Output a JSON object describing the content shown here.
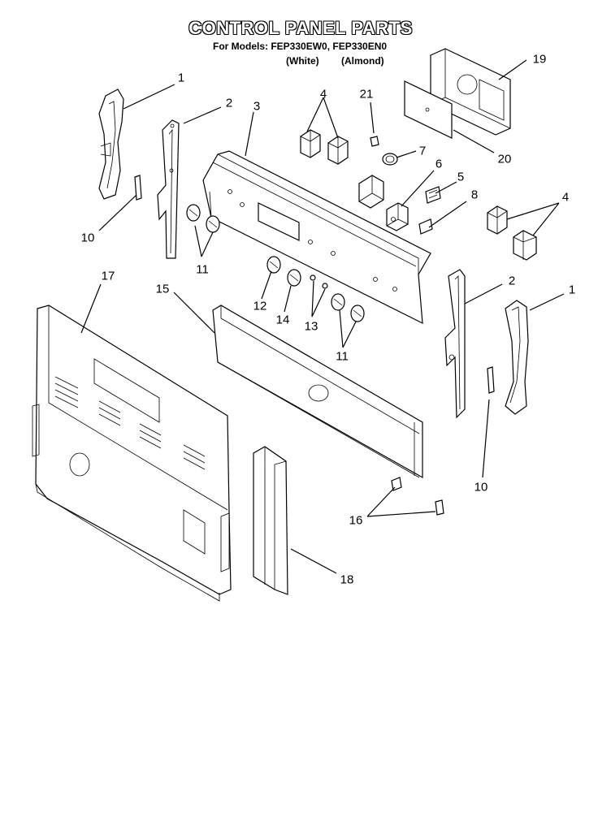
{
  "diagram": {
    "title": "CONTROL PANEL PARTS",
    "models_line": "For Models: FEP330EW0, FEP330EN0",
    "color_white": "(White)",
    "color_almond": "(Almond)"
  },
  "callouts": [
    {
      "id": "c1a",
      "text": "1"
    },
    {
      "id": "c2a",
      "text": "2"
    },
    {
      "id": "c3",
      "text": "3"
    },
    {
      "id": "c4a",
      "text": "4"
    },
    {
      "id": "c21",
      "text": "21"
    },
    {
      "id": "c19",
      "text": "19"
    },
    {
      "id": "c20",
      "text": "20"
    },
    {
      "id": "c7",
      "text": "7"
    },
    {
      "id": "c6",
      "text": "6"
    },
    {
      "id": "c5",
      "text": "5"
    },
    {
      "id": "c8",
      "text": "8"
    },
    {
      "id": "c4b",
      "text": "4"
    },
    {
      "id": "c10a",
      "text": "10"
    },
    {
      "id": "c11a",
      "text": "11"
    },
    {
      "id": "c17",
      "text": "17"
    },
    {
      "id": "c15",
      "text": "15"
    },
    {
      "id": "c12",
      "text": "12"
    },
    {
      "id": "c14",
      "text": "14"
    },
    {
      "id": "c13",
      "text": "13"
    },
    {
      "id": "c11b",
      "text": "11"
    },
    {
      "id": "c2b",
      "text": "2"
    },
    {
      "id": "c1b",
      "text": "1"
    },
    {
      "id": "c10b",
      "text": "10"
    },
    {
      "id": "c16",
      "text": "16"
    },
    {
      "id": "c18",
      "text": "18"
    }
  ]
}
